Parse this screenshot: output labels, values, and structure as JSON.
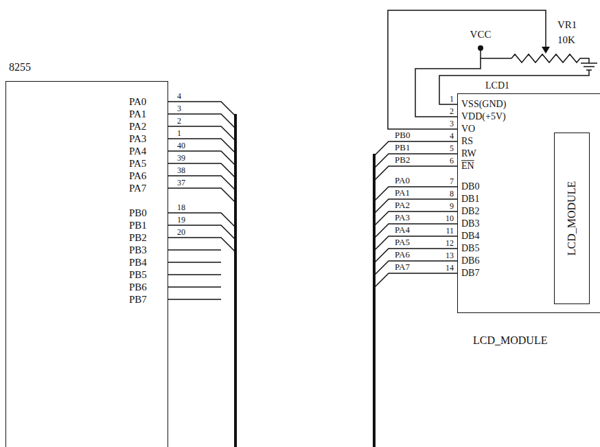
{
  "diagram": {
    "nodes": [
      {
        "text": [
          "8255"
        ]
      },
      {
        "text": [
          "LCD1",
          "LCD_MODULE"
        ]
      },
      {
        "text": [
          "LCD_MODULE"
        ],
        "in": 1
      }
    ],
    "labels": [
      "PA0",
      "PA1",
      "PA2",
      "PA3",
      "PA4",
      "PA5",
      "PA6",
      "PA7",
      "PB0",
      "PB1",
      "PB2",
      "PB3",
      "PB4",
      "PB5",
      "PB6",
      "PB7",
      "4",
      "3",
      "2",
      "1",
      "40",
      "39",
      "38",
      "37",
      "18",
      "19",
      "20",
      "VCC",
      "VR1",
      "10K",
      "1",
      "2",
      "3",
      "4",
      "5",
      "6",
      "7",
      "8",
      "9",
      "10",
      "11",
      "12",
      "13",
      "14",
      "VSS(GND)",
      "VDD(+5V)",
      "VO",
      "RS",
      "RW",
      "EN",
      "DB0",
      "DB1",
      "DB2",
      "DB3",
      "DB4",
      "DB5",
      "DB6",
      "DB7",
      "PB0",
      "PB1",
      "PB2",
      "PA0",
      "PA1",
      "PA2",
      "PA3",
      "PA4",
      "PA5",
      "PA6",
      "PA7"
    ]
  }
}
